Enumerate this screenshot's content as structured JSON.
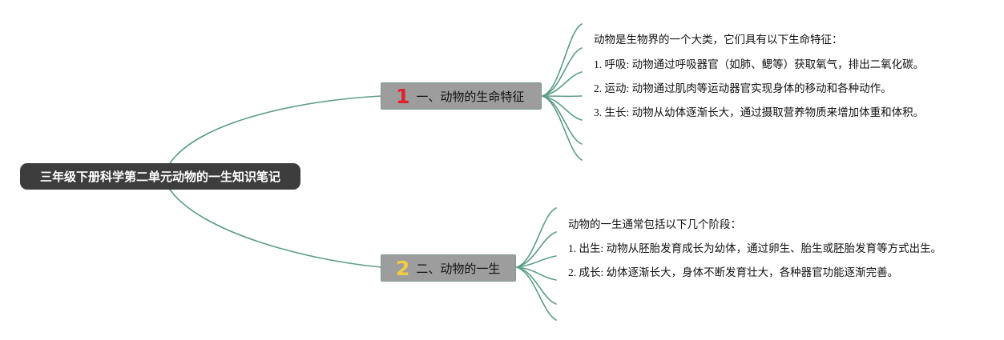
{
  "root": {
    "label": "三年级下册科学第二单元动物的一生知识笔记"
  },
  "branches": [
    {
      "badge": "1",
      "label": "一、动物的生命特征",
      "leaves": [
        "动物是生物界的一个大类，它们具有以下生命特征：",
        "1. 呼吸: 动物通过呼吸器官（如肺、鳃等）获取氧气，排出二氧化碳。",
        "2. 运动: 动物通过肌肉等运动器官实现身体的移动和各种动作。",
        "3. 生长: 动物从幼体逐渐长大，通过摄取营养物质来增加体重和体积。"
      ]
    },
    {
      "badge": "2",
      "label": "二、动物的一生",
      "leaves": [
        "动物的一生通常包括以下几个阶段：",
        "1. 出生: 动物从胚胎发育成长为幼体，通过卵生、胎生或胚胎发育等方式出生。",
        "2. 成长: 幼体逐渐长大，身体不断发育壮大，各种器官功能逐渐完善。"
      ]
    }
  ],
  "colors": {
    "connector": "#5d9c87",
    "root_fill": "#3d3d3d",
    "branch_fill": "#9d9d9d",
    "badge_1": "#e0202c",
    "badge_2": "#f3cc43"
  }
}
